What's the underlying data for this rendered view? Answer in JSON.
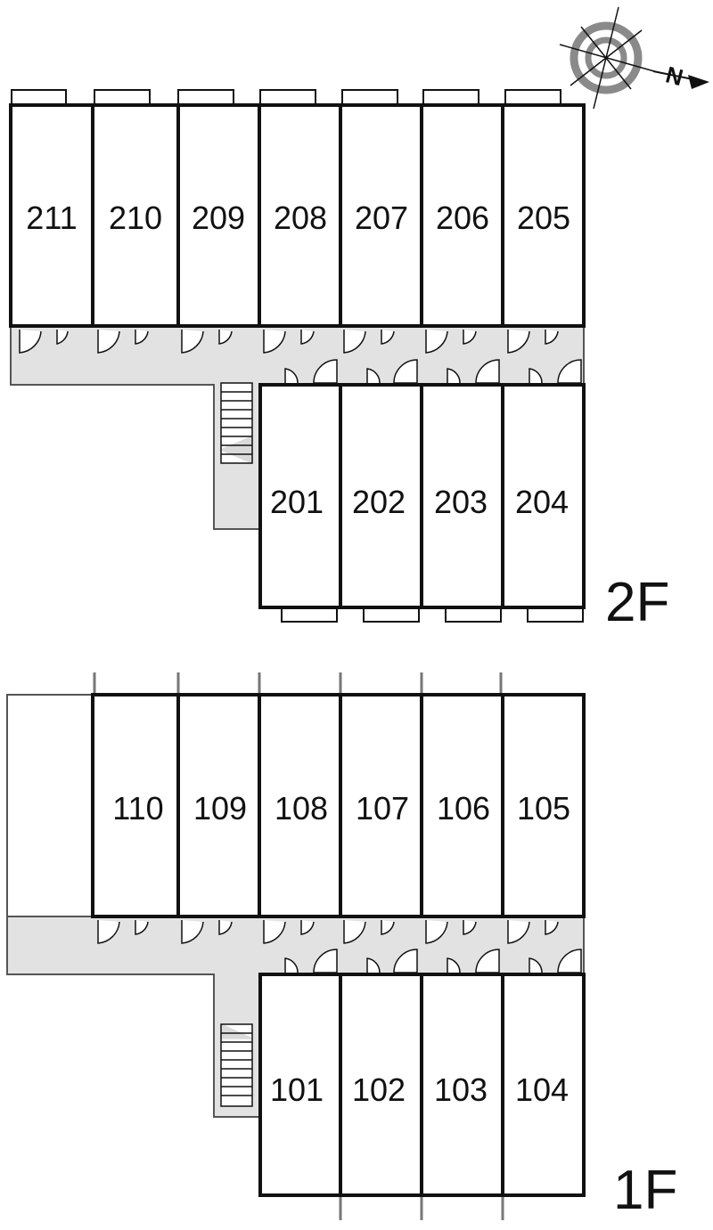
{
  "compass": {
    "north_label": "N"
  },
  "floor2": {
    "label": "2F",
    "top_row": [
      "211",
      "210",
      "209",
      "208",
      "207",
      "206",
      "205"
    ],
    "bottom_row": [
      "201",
      "202",
      "203",
      "204"
    ]
  },
  "floor1": {
    "label": "1F",
    "top_row": [
      "110",
      "109",
      "108",
      "107",
      "106",
      "105"
    ],
    "bottom_row": [
      "101",
      "102",
      "103",
      "104"
    ]
  },
  "colors": {
    "wall": "#111111",
    "corridor": "#e2e2e2",
    "compass_ring": "#888888"
  }
}
